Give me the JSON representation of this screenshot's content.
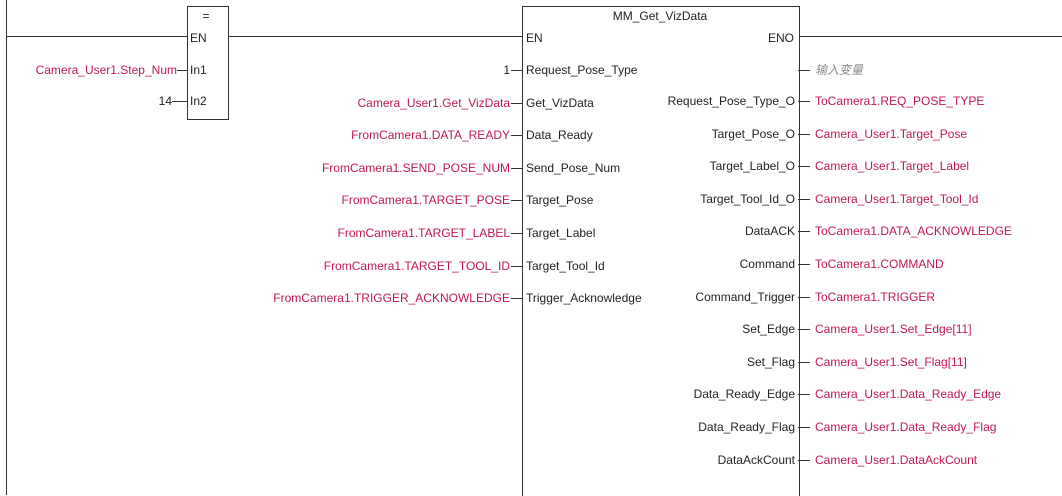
{
  "compare_block": {
    "operator": "=",
    "en_pin": "EN",
    "input_pins": [
      "In1",
      "In2"
    ],
    "in1_variable": "Camera_User1.Step_Num",
    "in2_constant": "14"
  },
  "function_block": {
    "name": "MM_Get_VizData",
    "en_pin": "EN",
    "eno_pin": "ENO",
    "inputs": [
      {
        "pin": "Request_Pose_Type",
        "value": "1",
        "is_constant": true
      },
      {
        "pin": "Get_VizData",
        "value": "Camera_User1.Get_VizData"
      },
      {
        "pin": "Data_Ready",
        "value": "FromCamera1.DATA_READY"
      },
      {
        "pin": "Send_Pose_Num",
        "value": "FromCamera1.SEND_POSE_NUM"
      },
      {
        "pin": "Target_Pose",
        "value": "FromCamera1.TARGET_POSE"
      },
      {
        "pin": "Target_Label",
        "value": "FromCamera1.TARGET_LABEL"
      },
      {
        "pin": "Target_Tool_Id",
        "value": "FromCamera1.TARGET_TOOL_ID"
      },
      {
        "pin": "Trigger_Acknowledge",
        "value": "FromCamera1.TRIGGER_ACKNOWLEDGE"
      }
    ],
    "eno_hint": "输入变量",
    "outputs": [
      {
        "pin": "Request_Pose_Type_O",
        "value": "ToCamera1.REQ_POSE_TYPE"
      },
      {
        "pin": "Target_Pose_O",
        "value": "Camera_User1.Target_Pose"
      },
      {
        "pin": "Target_Label_O",
        "value": "Camera_User1.Target_Label"
      },
      {
        "pin": "Target_Tool_Id_O",
        "value": "Camera_User1.Target_Tool_Id"
      },
      {
        "pin": "DataACK",
        "value": "ToCamera1.DATA_ACKNOWLEDGE"
      },
      {
        "pin": "Command",
        "value": "ToCamera1.COMMAND"
      },
      {
        "pin": "Command_Trigger",
        "value": "ToCamera1.TRIGGER"
      },
      {
        "pin": "Set_Edge",
        "value": "Camera_User1.Set_Edge[11]"
      },
      {
        "pin": "Set_Flag",
        "value": "Camera_User1.Set_Flag[11]"
      },
      {
        "pin": "Data_Ready_Edge",
        "value": "Camera_User1.Data_Ready_Edge"
      },
      {
        "pin": "Data_Ready_Flag",
        "value": "Camera_User1.Data_Ready_Flag"
      },
      {
        "pin": "DataAckCount",
        "value": "Camera_User1.DataAckCount"
      }
    ]
  },
  "colors": {
    "variable": "#c0194f",
    "wire": "#333333",
    "hint": "#8a8a8a"
  }
}
